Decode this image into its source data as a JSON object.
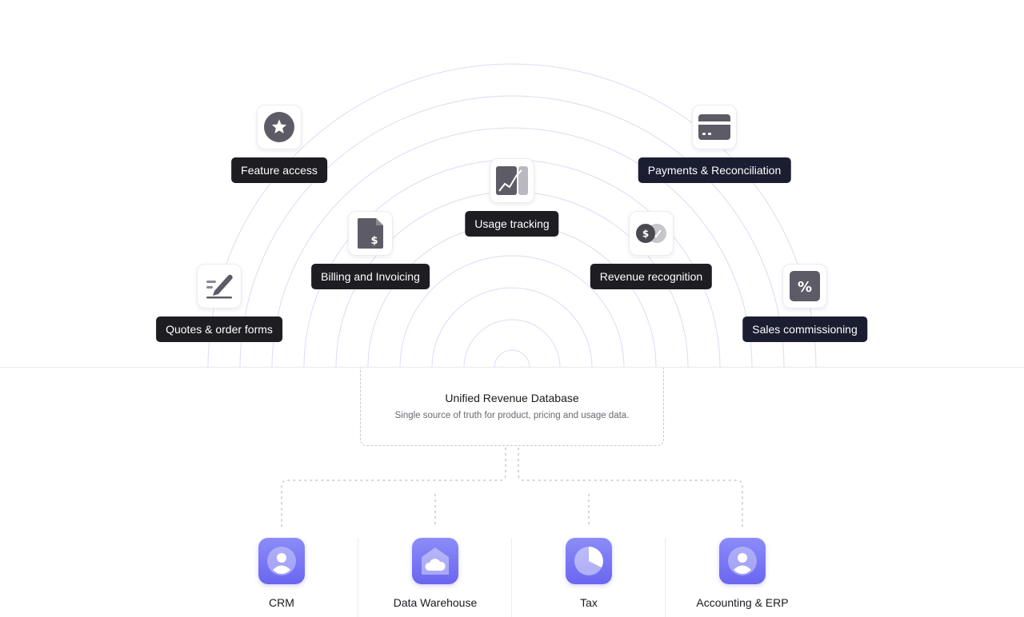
{
  "features": [
    {
      "key": "feature-access",
      "label": "Feature access",
      "icon": "star-icon"
    },
    {
      "key": "payments",
      "label": "Payments & Reconciliation",
      "icon": "credit-card-icon"
    },
    {
      "key": "usage-tracking",
      "label": "Usage tracking",
      "icon": "chart-line-icon"
    },
    {
      "key": "billing",
      "label": "Billing and Invoicing",
      "icon": "invoice-icon"
    },
    {
      "key": "revenue-recognition",
      "label": "Revenue recognition",
      "icon": "coins-icon"
    },
    {
      "key": "quotes",
      "label": "Quotes & order forms",
      "icon": "signature-icon"
    },
    {
      "key": "sales-commissioning",
      "label": "Sales commissioning",
      "icon": "percent-icon"
    }
  ],
  "database": {
    "title": "Unified Revenue Database",
    "subtitle": "Single source of truth for product, pricing and usage data."
  },
  "integrations": [
    {
      "label": "CRM",
      "icon": "user-icon"
    },
    {
      "label": "Data Warehouse",
      "icon": "warehouse-cloud-icon"
    },
    {
      "label": "Tax",
      "icon": "pie-chart-icon"
    },
    {
      "label": "Accounting & ERP",
      "icon": "user-icon"
    }
  ],
  "colors": {
    "arc": "#dadcf6",
    "label_dark": "#1d1d22",
    "label_navy": "#1b1d30",
    "icon_gray": "#5d5c66",
    "integration_gradient_top": "#8b8cf8",
    "integration_gradient_bottom": "#6a66f0",
    "dashed": "#c9c9cf"
  }
}
